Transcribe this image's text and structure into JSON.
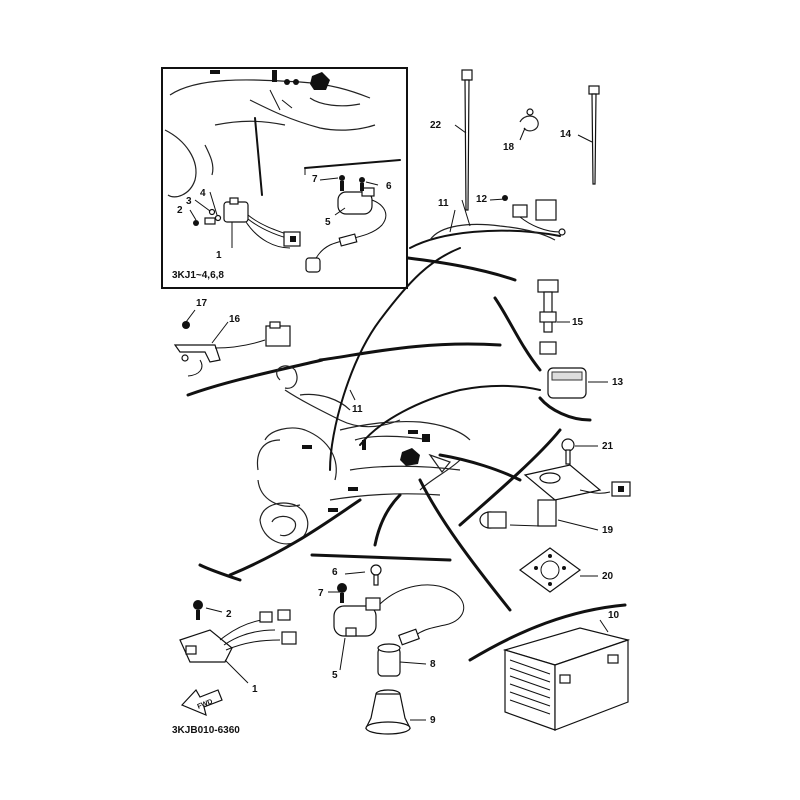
{
  "diagram": {
    "figure_code": "3KJB010-6360",
    "inset_caption": "3KJ1~4,6,8",
    "fwd_label": "FWD",
    "callouts": {
      "c1": "1",
      "c2": "2",
      "c3": "3",
      "c4": "4",
      "c5": "5",
      "c6": "6",
      "c7": "7",
      "c8": "8",
      "c9": "9",
      "c10": "10",
      "c11": "11",
      "c12": "12",
      "c13": "13",
      "c14": "14",
      "c15": "15",
      "c16": "16",
      "c17": "17",
      "c18": "18",
      "c19": "19",
      "c20": "20",
      "c21": "21",
      "c22": "22"
    }
  }
}
